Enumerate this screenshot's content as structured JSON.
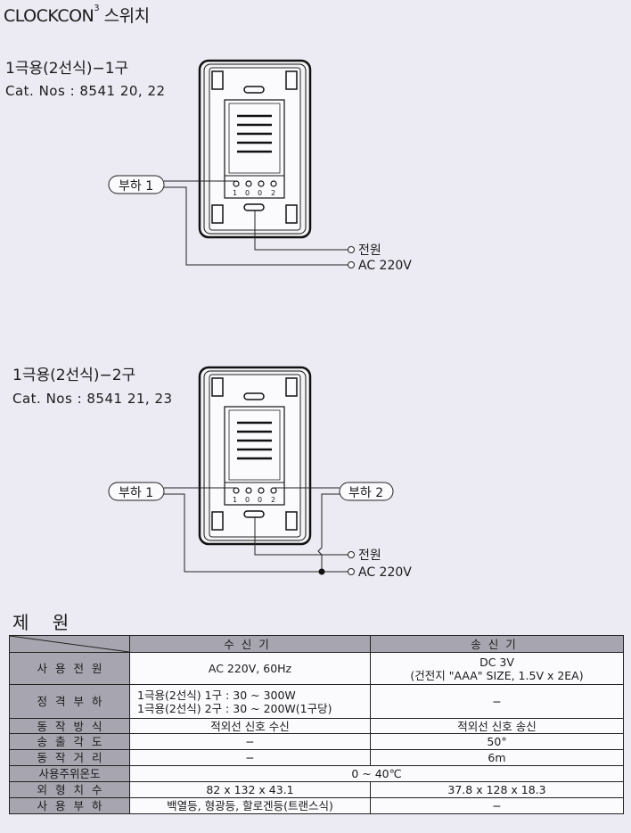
{
  "title": {
    "main": "CLOCKCON",
    "sup": "3",
    "suffix": " 스위치"
  },
  "section1": {
    "title": "1극용(2선식)−1구",
    "cat": "Cat. Nos : 8541 20, 22",
    "load_label": "부하 1",
    "term_power": "전원",
    "term_ac": "AC 220V",
    "terminal_numbers": [
      "1",
      "0",
      "0",
      "2"
    ]
  },
  "section2": {
    "title": "1극용(2선식)−2구",
    "cat": "Cat. Nos : 8541 21, 23",
    "load1_label": "부하 1",
    "load2_label": "부하 2",
    "term_power": "전원",
    "term_ac": "AC 220V",
    "terminal_numbers": [
      "1",
      "0",
      "0",
      "2"
    ]
  },
  "specs": {
    "heading": "제 원",
    "col_receiver": "수신기",
    "col_transmitter": "송신기",
    "rows": [
      {
        "label": "사용전원",
        "receiver": "AC 220V, 60Hz",
        "transmitter_line1": "DC 3V",
        "transmitter_line2": "(건전지 \"AAA\" SIZE, 1.5V x 2EA)"
      },
      {
        "label": "정격부하",
        "receiver_line1": "1극용(2선식) 1구 : 30 ~ 300W",
        "receiver_line2": "1극용(2선식) 2구 : 30 ~ 200W(1구당)",
        "transmitter": "−"
      },
      {
        "label": "동작방식",
        "receiver": "적외선 신호 수신",
        "transmitter": "적외선 신호 송신"
      },
      {
        "label": "송출각도",
        "receiver": "−",
        "transmitter": "50°"
      },
      {
        "label": "동작거리",
        "receiver": "−",
        "transmitter": "6m"
      },
      {
        "label": "사용주위온도",
        "shared": "0 ~ 40℃"
      },
      {
        "label": "외형치수",
        "receiver": "82 x 132 x 43.1",
        "transmitter": "37.8 x 128 x 18.3"
      },
      {
        "label": "사용부하",
        "receiver": "백열등, 형광등, 할로겐등(트랜스식)",
        "transmitter": "−"
      }
    ]
  }
}
